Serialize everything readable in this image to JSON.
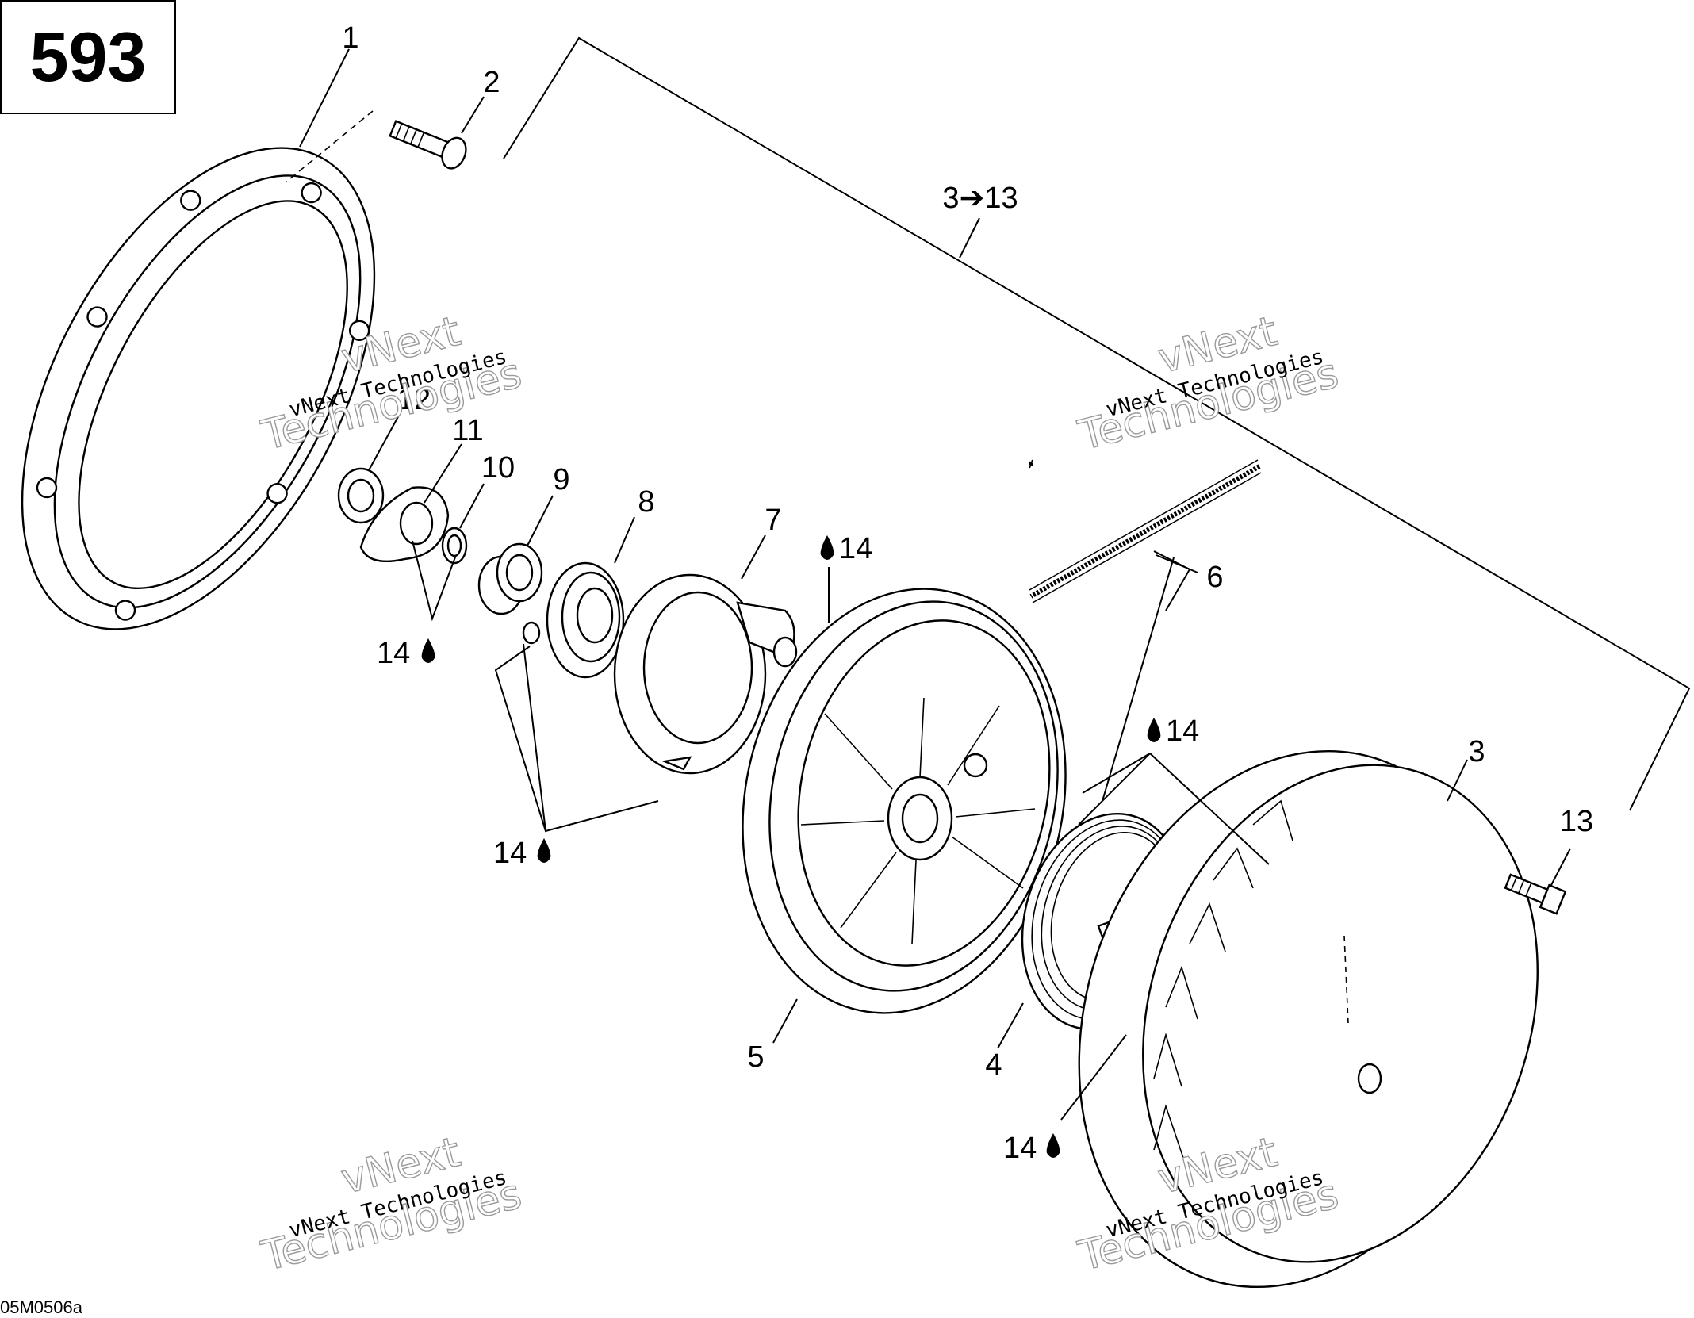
{
  "page_number": "593",
  "drawing_code": "05M0506a",
  "kit_range_label": "3➔13",
  "oil_label_right": "14",
  "oil_label_left": "14",
  "watermark": {
    "line1": "vNext",
    "line2": "Technologies",
    "small": "vNext Technologies"
  },
  "callouts": {
    "c1": "1",
    "c2": "2",
    "c3": "3",
    "c4": "4",
    "c5": "5",
    "c6": "6",
    "c7": "7",
    "c8": "8",
    "c9": "9",
    "c10": "10",
    "c11": "11",
    "c12": "12",
    "c13": "13"
  }
}
